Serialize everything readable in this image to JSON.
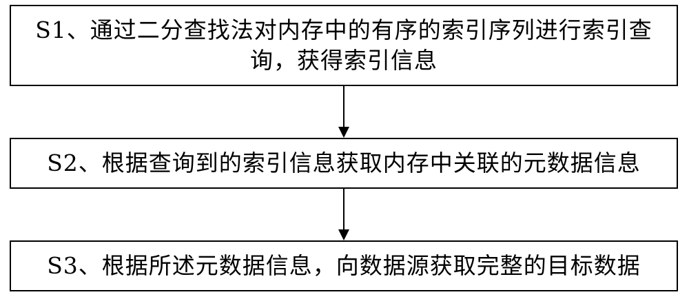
{
  "diagram": {
    "steps": [
      {
        "id": "S1",
        "text": "S1、通过二分查找法对内存中的有序的索引序列进行索引查询，获得索引信息"
      },
      {
        "id": "S2",
        "text": "S2、根据查询到的索引信息获取内存中关联的元数据信息"
      },
      {
        "id": "S3",
        "text": "S3、根据所述元数据信息，向数据源获取完整的目标数据"
      }
    ],
    "connector_color": "#000000",
    "border_color": "#000000"
  }
}
